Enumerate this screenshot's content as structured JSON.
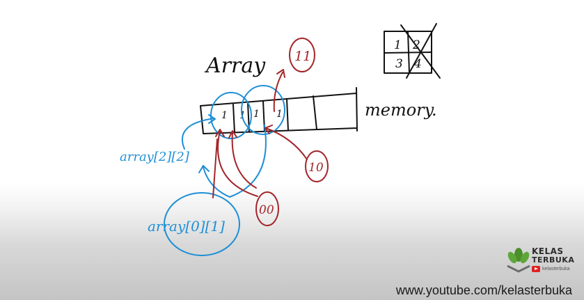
{
  "board": {
    "label_array": "Array",
    "label_memory": "memory.",
    "label_array_22": "array[2][2]",
    "label_array_01": "array[0][1]",
    "circle_11": "11",
    "circle_10": "10",
    "circle_00": "00",
    "grid_cells": [
      "1",
      "2",
      "3",
      "4"
    ],
    "cell_marks": [
      "1",
      "1",
      "1",
      "1"
    ]
  },
  "branding": {
    "logo_line1": "KELAS",
    "logo_line2": "TERBUKA",
    "logo_sub": "kelasterbuka",
    "url": "www.youtube.com/kelasterbuka"
  },
  "colors": {
    "ink_black": "#111111",
    "ink_blue": "#1e8fd6",
    "ink_red": "#a3262a",
    "logo_green": "#4a8f2a"
  },
  "icons": [
    "plant-logo-icon",
    "youtube-icon"
  ]
}
